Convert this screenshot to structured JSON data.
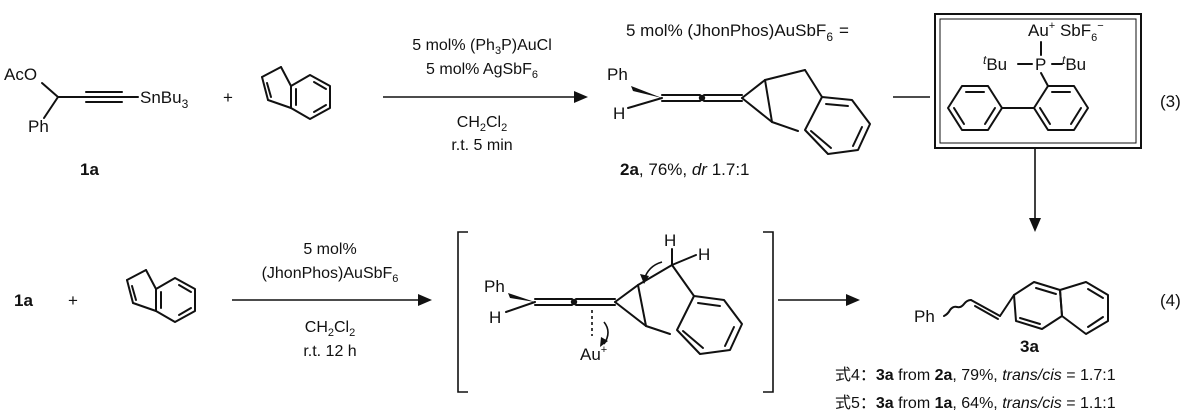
{
  "eq3": {
    "reactant_substituents": {
      "acetoxy": "AcO",
      "phenyl": "Ph",
      "stannyl": "SnBu",
      "stannyl_sub": "3"
    },
    "compound_label": "1a",
    "plus": "+",
    "conditions_above": [
      "5 mol% (Ph",
      "3",
      "P)AuCl",
      "5 mol% AgSbF",
      "6"
    ],
    "conditions_below": [
      "CH",
      "2",
      "Cl",
      "2",
      "r.t. 5 min"
    ],
    "product": {
      "ph": "Ph",
      "h": "H",
      "label": "2a",
      "yield": ", 76%, ",
      "dr_label": "dr",
      "dr_value": " 1.7:1"
    },
    "catalyst_label": "5 mol% (JhonPhos)AuSbF",
    "catalyst_sub": "6",
    "equals": "=",
    "catalyst_box": {
      "au": "Au",
      "au_charge": "+",
      "counterion": " SbF",
      "counterion_sub": "6",
      "counterion_charge": "−",
      "t": "t",
      "bu": "Bu",
      "p": "P"
    },
    "eq_number": "(3)"
  },
  "eq4": {
    "reactant_label": "1a",
    "plus": "+",
    "conditions_above": [
      "5 mol%",
      "(JhonPhos)AuSbF",
      "6"
    ],
    "conditions_below": [
      "CH",
      "2",
      "Cl",
      "2",
      "r.t. 12 h"
    ],
    "intermediate": {
      "ph": "Ph",
      "h": "H",
      "h_top1": "H",
      "h_top2": "H",
      "au": "Au",
      "au_charge": "+"
    },
    "product": {
      "ph": "Ph",
      "label": "3a"
    },
    "eq_number": "(4)",
    "notes": [
      {
        "prefix": "式4：",
        "cmp": "3a",
        "from": " from ",
        "src": "2a",
        "yield": ", 79%, ",
        "ratio_label": "trans/cis",
        "ratio": " = 1.7:1"
      },
      {
        "prefix": "式5：",
        "cmp": "3a",
        "from": " from ",
        "src": "1a",
        "yield": ", 64%, ",
        "ratio_label": "trans/cis",
        "ratio": " = 1.1:1"
      }
    ]
  }
}
